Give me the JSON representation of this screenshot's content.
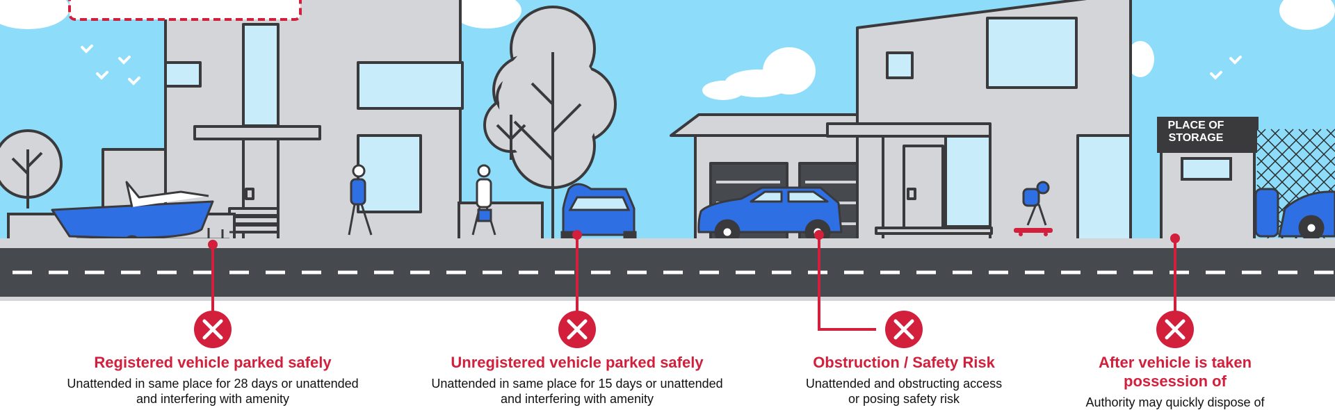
{
  "colors": {
    "sky": "#8cdcfa",
    "building": "#d4d5d8",
    "outline": "#3a3a3c",
    "glass": "#c9ecfb",
    "road": "#464a4f",
    "accent_red": "#d21f3c",
    "vehicle_blue": "#2f6fe4"
  },
  "storage_sign": {
    "line1": "PLACE OF",
    "line2": "STORAGE"
  },
  "cards": [
    {
      "icon": "x-icon",
      "title": "Registered vehicle parked safely",
      "desc_line1": "Unattended in same place for 28 days or unattended",
      "desc_line2": "and interfering with amenity"
    },
    {
      "icon": "x-icon",
      "title": "Unregistered vehicle parked safely",
      "desc_line1": "Unattended in same place for 15 days or unattended",
      "desc_line2": "and interfering with amenity"
    },
    {
      "icon": "x-icon",
      "title": "Obstruction / Safety Risk",
      "desc_line1": "Unattended and obstructing access",
      "desc_line2": "or posing safety risk"
    },
    {
      "icon": "x-icon",
      "title_line1": "After vehicle is taken",
      "title_line2": "possession of",
      "desc_line1": "Authority may quickly dispose of"
    }
  ]
}
